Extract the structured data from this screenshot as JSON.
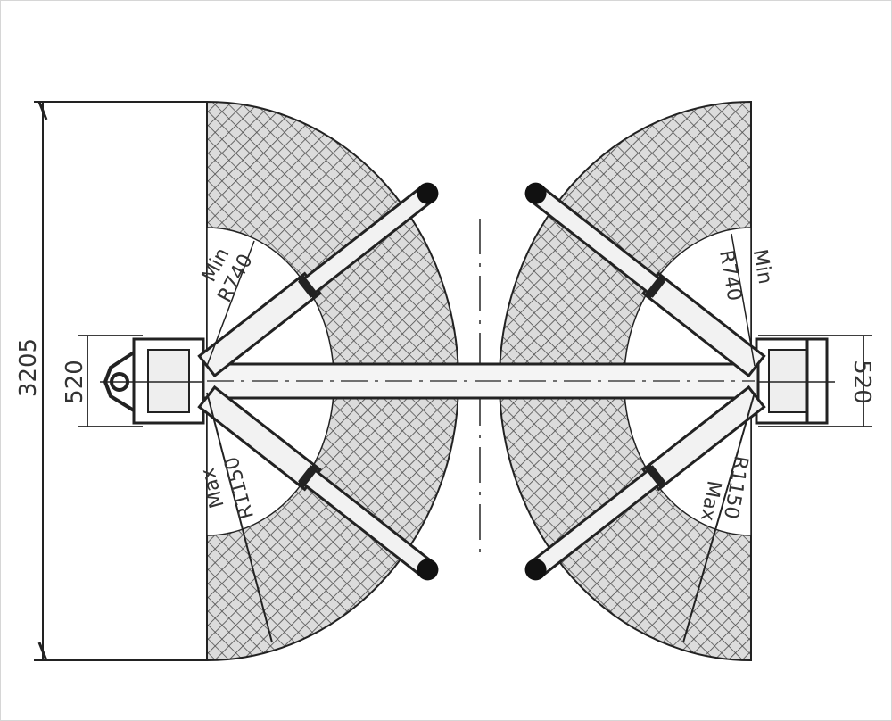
{
  "diagram": {
    "dimensions": {
      "overall_width": "3205",
      "arm_base_left": "520",
      "arm_base_right": "520"
    },
    "radius_labels": {
      "upper_left": "R740",
      "upper_left_short": "Min",
      "upper_right": "R740",
      "upper_right_short": "Min",
      "lower_left": "R1150",
      "lower_left_short": "Max",
      "lower_right": "R1150",
      "lower_right_short": "Max"
    },
    "colors": {
      "line": "#222222",
      "mesh": "#555555",
      "mesh_bg": "#d9d9d9",
      "frame": "#d6d6d6"
    }
  }
}
